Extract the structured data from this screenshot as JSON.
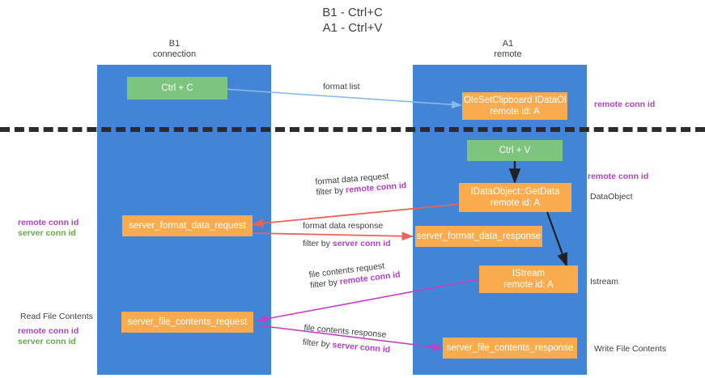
{
  "title": {
    "line1": "B1 - Ctrl+C",
    "line2": "A1 - Ctrl+V"
  },
  "columns": [
    {
      "name": "B1",
      "sub": "connection"
    },
    {
      "name": "A1",
      "sub": "remote"
    }
  ],
  "boxes": {
    "ctrl_c": {
      "label": "Ctrl + C"
    },
    "idataobject": {
      "line1": "OleSetClipboard IDataObject",
      "line2": "remote id: A"
    },
    "ctrl_v": {
      "label": "Ctrl + V"
    },
    "getdata": {
      "line1": "IDataObject::GetData",
      "line2": "remote id: A"
    },
    "fmt_request": {
      "label": "server_format_data_request"
    },
    "fmt_response": {
      "label": "server_format_data_response"
    },
    "istream": {
      "line1": "IStream",
      "line2": "remote id: A"
    },
    "file_request": {
      "label": "server_file_contents_request"
    },
    "file_response": {
      "label": "server_file_contents_response"
    }
  },
  "edges": {
    "format_list": "format list",
    "format_data_request": "format data request",
    "format_data_request_filter_prefix": "filter by ",
    "format_data_request_filter_key": "remote conn id",
    "format_data_response": "format data response",
    "format_data_response_filter_prefix": "filter by ",
    "format_data_response_filter_key": "server conn id",
    "file_contents_request": "file contents request",
    "file_contents_request_filter_prefix": "filter by ",
    "file_contents_request_filter_key": "remote conn id",
    "file_contents_response": "file contents response",
    "file_contents_response_filter_prefix": "filter by ",
    "file_contents_response_filter_key": "server conn id"
  },
  "annotations": {
    "right_remote_conn_id_top": "remote conn id",
    "right_remote_conn_id_mid": "remote conn id",
    "right_dataobject": "DataObject",
    "right_istream": "Istream",
    "right_write_file_contents": "Write File Contents",
    "left_remote_conn_id": "remote conn id",
    "left_server_conn_id": "server conn id",
    "left_read_file_contents": "Read File Contents",
    "left_remote_conn_id_2": "remote conn id",
    "left_server_conn_id_2": "server conn id"
  },
  "colors": {
    "lane": "#4285d6",
    "green_box": "#7dc47d",
    "orange_box": "#f9ab4e",
    "purple_text": "#b23fc8",
    "green_text": "#6aa84f",
    "blue_arrow": "#8ab9e8",
    "red_arrow": "#e8635b",
    "magenta_arrow": "#c33fc3",
    "black_arrow": "#202124",
    "divider": "#2b2b2b"
  }
}
